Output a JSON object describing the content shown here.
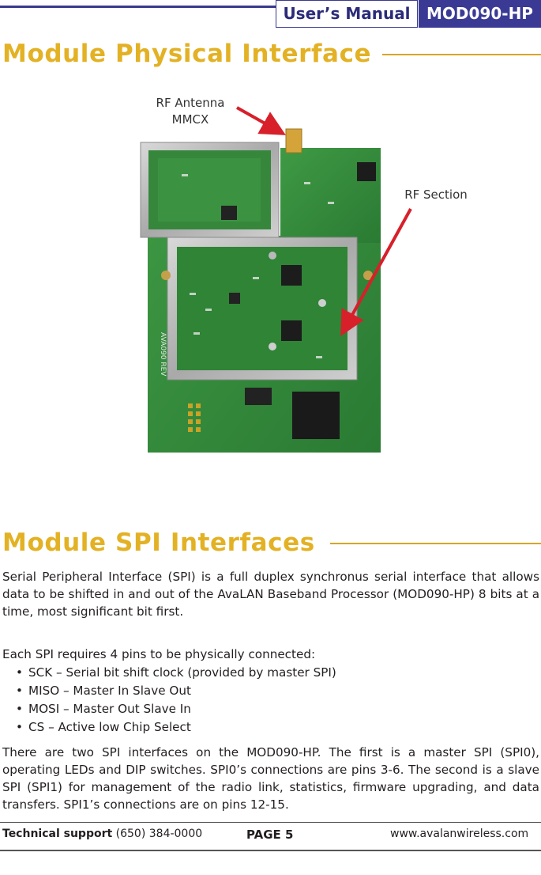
{
  "header": {
    "manual_label": "User’s Manual",
    "model_label": "MOD090-HP"
  },
  "section1": {
    "title": "Module Physical Interface",
    "callouts": {
      "antenna_line1": "RF Antenna",
      "antenna_line2": "MMCX",
      "rf_section": "RF Section"
    },
    "photo_marking": "AVA090 REV"
  },
  "section2": {
    "title": "Module SPI Interfaces",
    "intro": "Serial Peripheral Interface (SPI) is a full duplex synchronus serial interface that allows data to be shifted in and out of the AvaLAN Baseband Processor (MOD090-HP) 8 bits at a time, most significant bit first.",
    "pins_intro": "Each SPI requires 4 pins to be physically connected:",
    "pins": [
      "SCK – Serial bit shift clock (provided by master SPI)",
      "MISO – Master In Slave Out",
      "MOSI – Master Out Slave In",
      "CS – Active low Chip Select"
    ],
    "details": "There are two SPI interfaces on the MOD090-HP.  The first is a master SPI (SPI0), operating LEDs and DIP switches. SPI0’s connections are pins 3-6. The second is a slave SPI (SPI1) for management of the radio link, statistics, firmware upgrading, and data transfers. SPI1’s connections are on pins 12-15."
  },
  "footer": {
    "support_label": "Technical support",
    "support_phone": "(650) 384-0000",
    "page_label": "PAGE 5",
    "website": "www.avalanwireless.com"
  },
  "colors": {
    "brand_blue": "#3a3a95",
    "title_gold": "#e3b124",
    "arrow_red": "#d7202a",
    "pcb_green": "#2f8a3a"
  }
}
